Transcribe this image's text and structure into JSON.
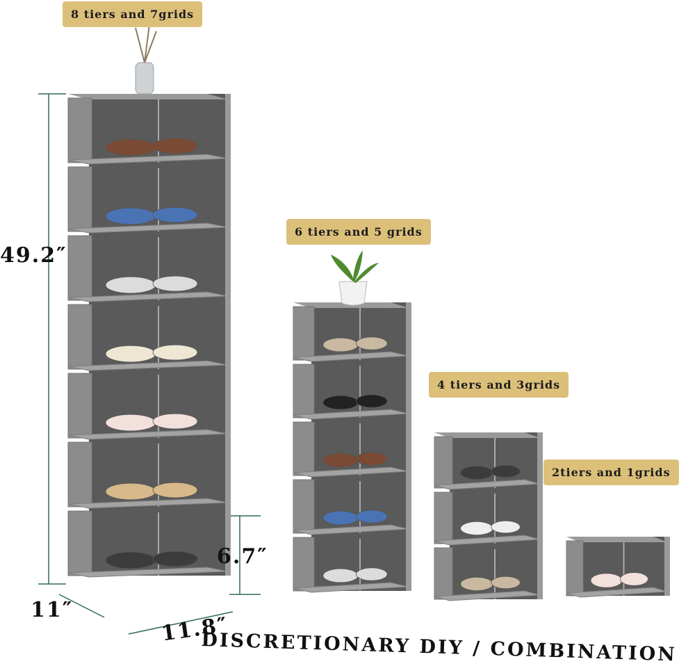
{
  "labels": {
    "tier8": "8 tiers and 7grids",
    "tier6": "6 tiers and 5 grids",
    "tier4": "4 tiers and 3grids",
    "tier2": "2tiers and 1grids"
  },
  "dimensions": {
    "height": "49.2″",
    "shelf_height": "6.7″",
    "depth": "11″",
    "width": "11.8″"
  },
  "caption": "DISCRETIONARY DIY / COMBINATION",
  "colors": {
    "label_bg": "#dcc07a",
    "rack_gray": "#8c8c8c",
    "rack_dark": "#5a5a5a",
    "dimension_line": "#2f6b4f"
  }
}
